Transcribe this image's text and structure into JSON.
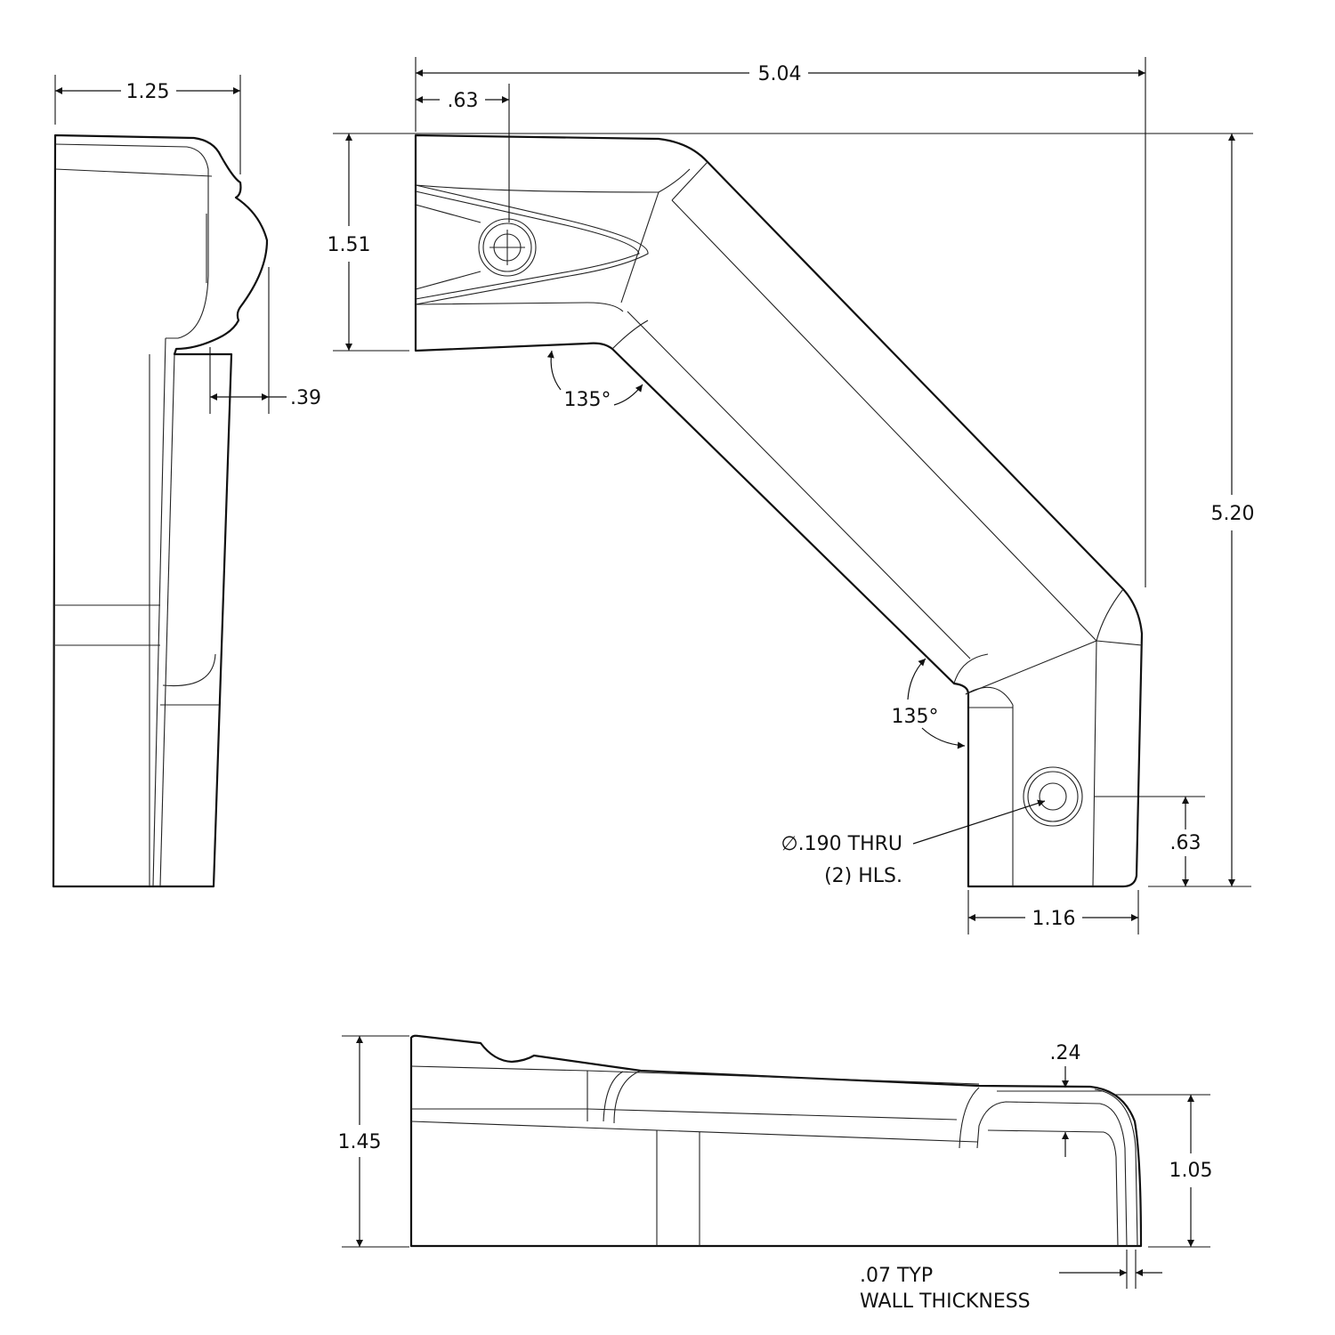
{
  "dimensions": {
    "side_width": "1.25",
    "side_depth": ".39",
    "overall_width": "5.04",
    "hole_offset_top": ".63",
    "top_arm_height": "1.51",
    "overall_height": "5.20",
    "angle_top": "135°",
    "angle_bottom": "135°",
    "hole_offset_bottom": ".63",
    "bottom_arm_width": "1.16",
    "base_height": "1.45",
    "lip_depth": ".24",
    "lip_height": "1.05"
  },
  "notes": {
    "hole_callout_line1": "∅.190 THRU",
    "hole_callout_line2": "(2) HLS.",
    "wall_line1": ".07 TYP",
    "wall_line2": "WALL THICKNESS"
  }
}
